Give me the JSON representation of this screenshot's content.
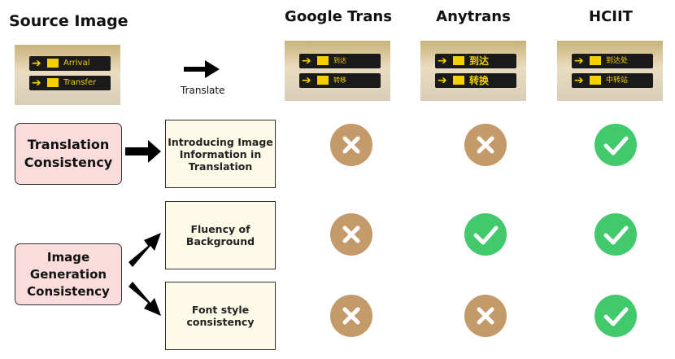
{
  "header": {
    "source_title": "Source Image",
    "columns": [
      "Google Trans",
      "Anytrans",
      "HCIIT"
    ]
  },
  "translate_label": "Translate",
  "images": {
    "source": {
      "lines": [
        "Arrival",
        "Transfer"
      ]
    },
    "google": {
      "lines": [
        "到达",
        "转移"
      ]
    },
    "anytrans": {
      "lines": [
        "到达",
        "转换"
      ]
    },
    "hciit": {
      "lines": [
        "到达处",
        "中转站"
      ]
    }
  },
  "categories": [
    {
      "label": "Translation Consistency"
    },
    {
      "label": "Image Generation Consistency"
    }
  ],
  "criteria": [
    {
      "label": "Introducing Image Information in Translation",
      "results": [
        "x",
        "x",
        "check"
      ]
    },
    {
      "label": "Fluency of Background",
      "results": [
        "x",
        "check",
        "check"
      ]
    },
    {
      "label": "Font style consistency",
      "results": [
        "x",
        "x",
        "check"
      ]
    }
  ],
  "colors": {
    "x": "#c59a6b",
    "check": "#41c96b",
    "pink": "#fbdcdc",
    "cream": "#fdfbe8"
  }
}
